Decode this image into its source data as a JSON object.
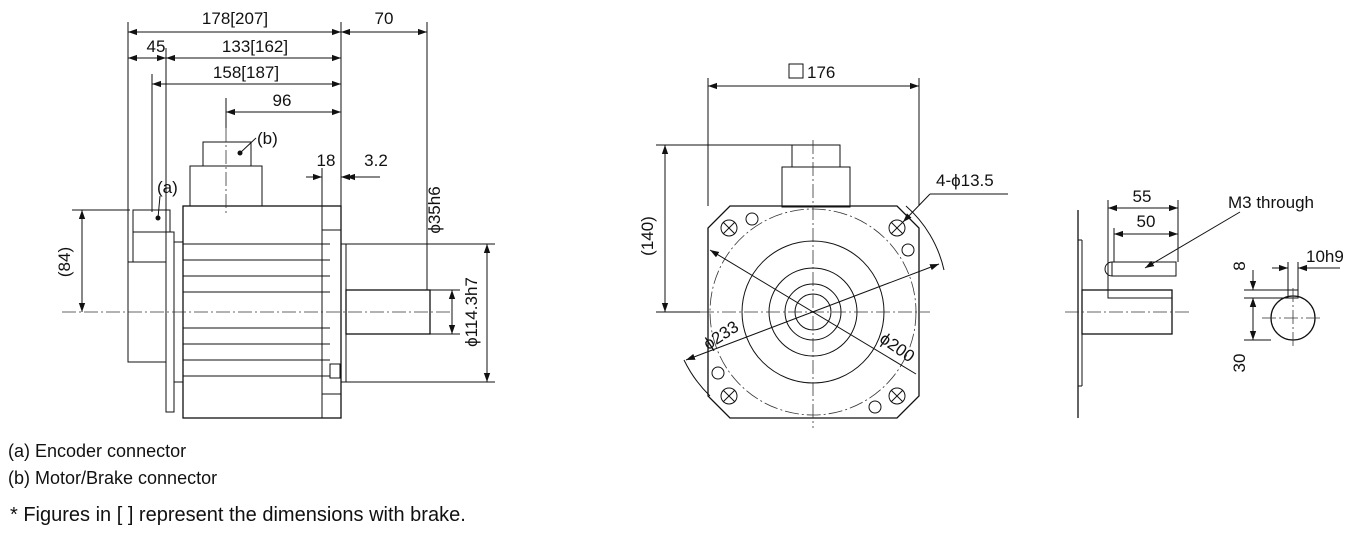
{
  "side_view": {
    "dim_178": "178[207]",
    "dim_70": "70",
    "dim_45": "45",
    "dim_133": "133[162]",
    "dim_158": "158[187]",
    "dim_96": "96",
    "dim_18": "18",
    "dim_32": "3.2",
    "dim_84": "(84)",
    "dim_35h6": "ϕ35h6",
    "dim_1143h7": "ϕ114.3h7",
    "label_a": "(a)",
    "label_b": "(b)"
  },
  "front_view": {
    "dim_176": "176",
    "dim_140": "(140)",
    "dim_hole": "4-ϕ13.5",
    "dim_233": "ϕ233",
    "dim_200": "ϕ200"
  },
  "shaft_view": {
    "dim_55": "55",
    "dim_50": "50",
    "m3": "M3 through",
    "dim_8": "8",
    "dim_10h9": "10h9",
    "dim_30": "30"
  },
  "notes": {
    "a": "(a) Encoder connector",
    "b": "(b) Motor/Brake connector",
    "brake": "* Figures in [  ] represent the dimensions with brake."
  }
}
